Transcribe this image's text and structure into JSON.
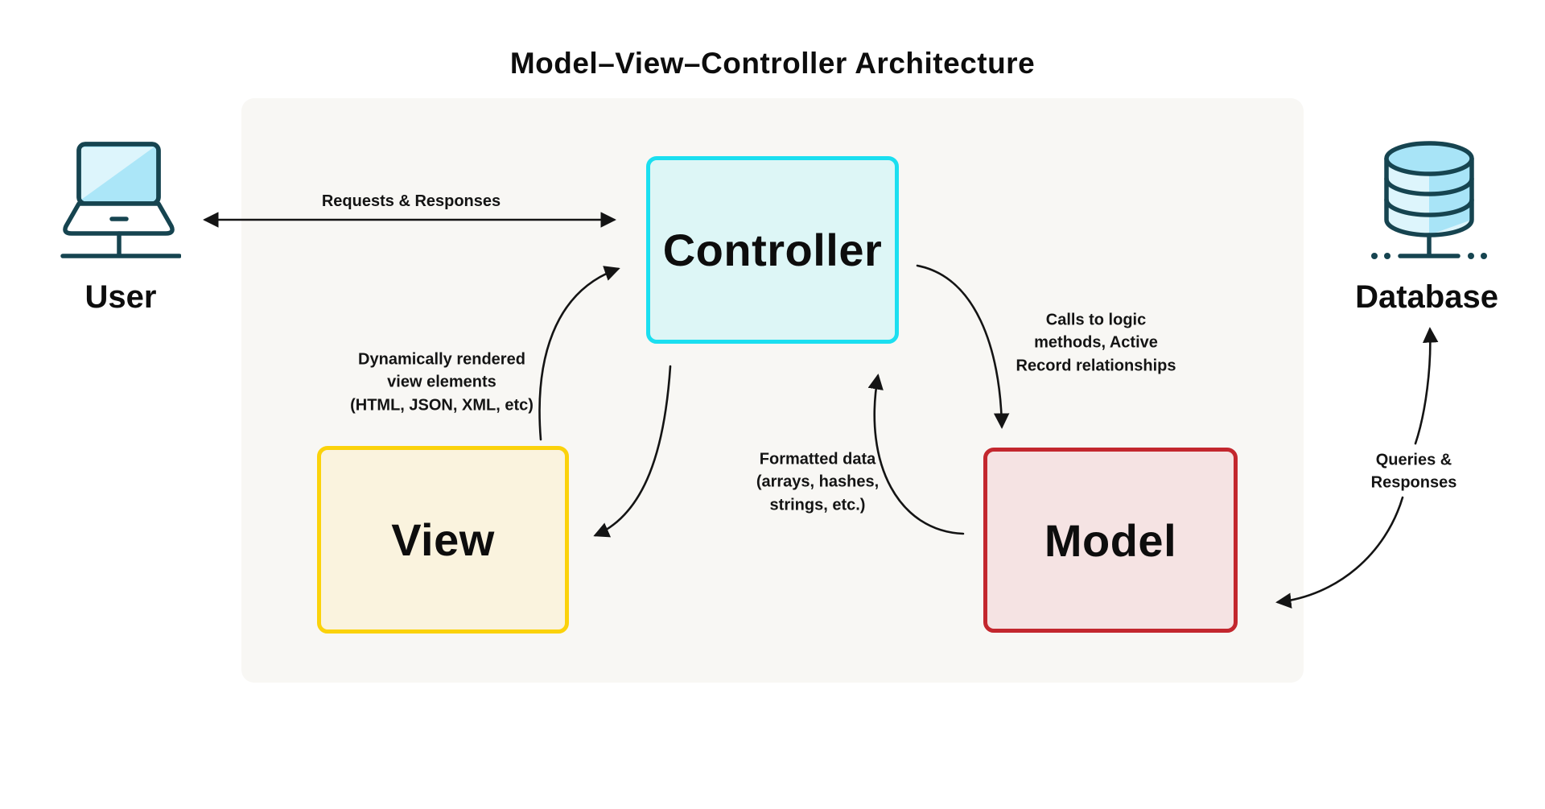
{
  "title": "Model–View–Controller Architecture",
  "nodes": {
    "user": {
      "label": "User"
    },
    "database": {
      "label": "Database"
    },
    "controller": {
      "label": "Controller"
    },
    "view": {
      "label": "View"
    },
    "model": {
      "label": "Model"
    }
  },
  "edges": {
    "user_controller": {
      "label": "Requests & Responses"
    },
    "controller_view": {
      "label": "Dynamically  rendered\nview elements\n(HTML, JSON, XML, etc)"
    },
    "controller_model": {
      "label": "Calls to logic\nmethods, Active\nRecord relationships"
    },
    "model_controller": {
      "label": "Formatted data\n(arrays, hashes,\nstrings, etc.)"
    },
    "model_database": {
      "label": "Queries &\nResponses"
    }
  },
  "colors": {
    "panel_background": "#f8f7f4",
    "controller_border": "#1bdff0",
    "controller_fill": "#ddf6f6",
    "view_border": "#fbd20b",
    "view_fill": "#faf3de",
    "model_border": "#c3272e",
    "model_fill": "#f5e3e3",
    "icon_outline": "#164450",
    "icon_fill_cyan": "#a8e4f7",
    "icon_fill_light": "#ddf5fc",
    "arrow": "#141414",
    "text": "#0d0d0d"
  }
}
